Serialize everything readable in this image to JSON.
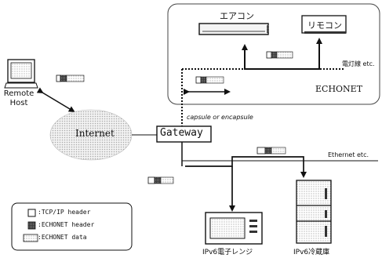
{
  "remote_host": {
    "line1": "Remote",
    "line2": "Host"
  },
  "internet": "Internet",
  "gateway": "Gateway",
  "capsule": "capsule or encapsule",
  "ethernet": "Ethernet etc.",
  "echonet": "ECHONET",
  "aircon": "エアコン",
  "remocon": "リモコン",
  "powerline": "電灯線 etc.",
  "microwave": "IPv6電子レンジ",
  "fridge": "IPv6冷蔵庫",
  "legend": [
    {
      "text": "TCP/IP header"
    },
    {
      "text": "ECHONET header"
    },
    {
      "text": "ECHONET data"
    }
  ],
  "legend_sep": ":"
}
